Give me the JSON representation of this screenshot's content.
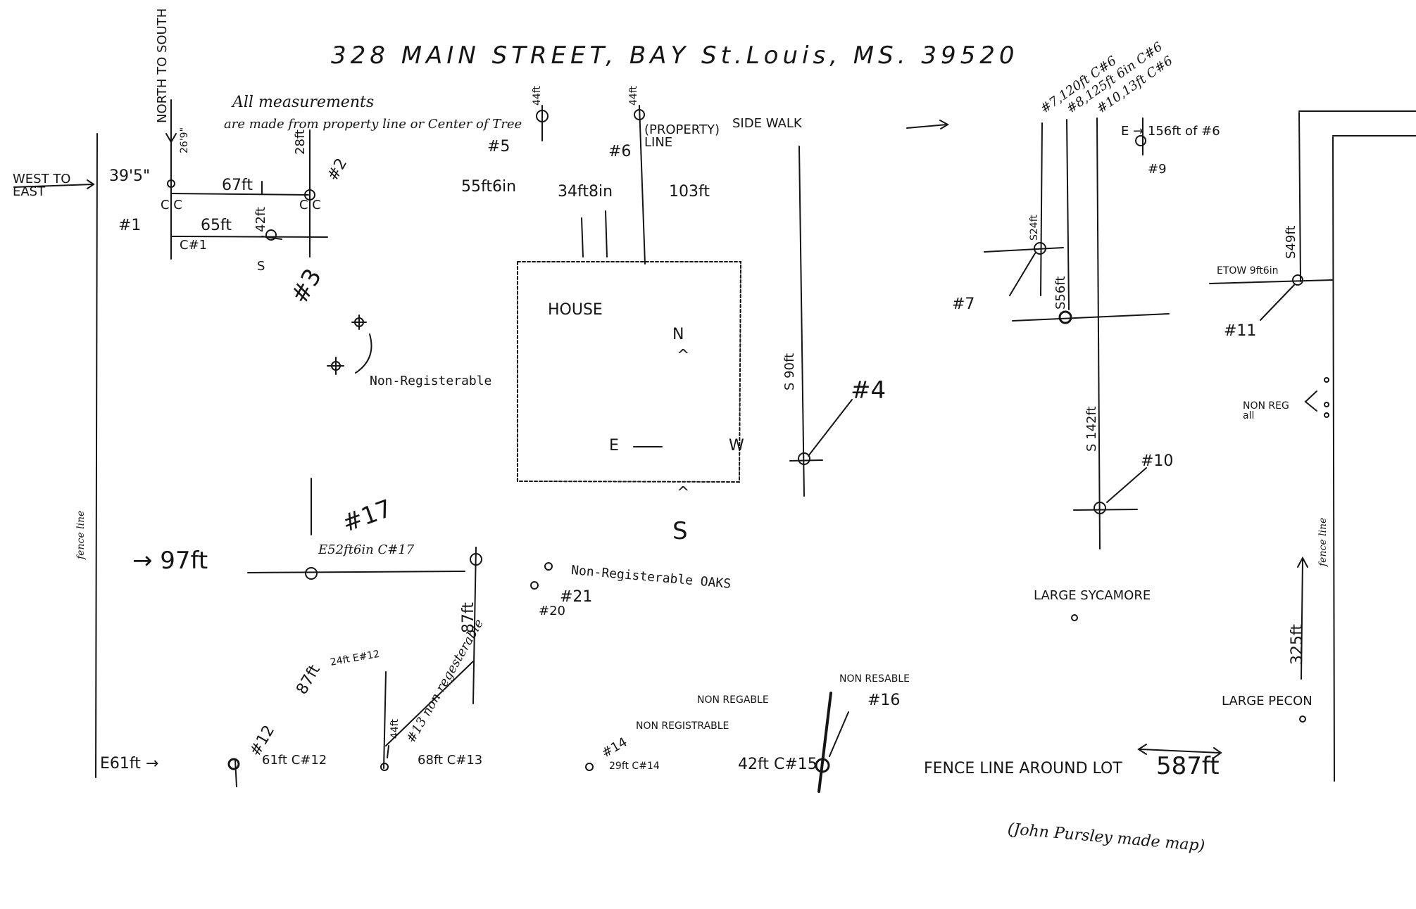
{
  "map": {
    "title": "328 MAIN STREET, BAY St.Louis, MS. 39520",
    "note_line1": "All measurements",
    "note_line2": "are made from property line or Center of Tree",
    "north_to_south": "NORTH TO SOUTH",
    "west_to_east": "WEST TO EAST",
    "side_walk": "SIDE WALK",
    "property_line": "(PROPERTY) LINE",
    "house": "HOUSE",
    "compass": {
      "n": "N",
      "s": "S",
      "e": "E",
      "w": "W"
    },
    "non_registerable": "Non-Registerable",
    "non_registerable_oaks": "Non-Registerable OAKS",
    "non_reg_all": "NON REG all",
    "large_sycamore": "LARGE SYCAMORE",
    "large_pecan": "LARGE PECON",
    "fence_line_around_lot": "FENCE LINE AROUND LOT",
    "fence_line_left": "fence line",
    "fence_line_right": "fence line",
    "signature": "(John Pursley made map)",
    "measurements": {
      "m39_5": "39'5\"",
      "m26_9": "26'9\"",
      "m67": "67ft",
      "m28": "28ft",
      "m65": "65ft",
      "m42": "42ft",
      "cc1": "C C",
      "cc2": "C C",
      "c1": "C#1",
      "s3": "S",
      "m55_6": "55ft6in",
      "m34_8": "34ft8in",
      "m103": "103ft",
      "m44a": "44ft",
      "m44b": "44ft",
      "s90": "S 90ft",
      "s24": "S24ft",
      "s56": "S56ft",
      "s142": "S 142ft",
      "s49": "S49ft",
      "e156": "E → 156ft of #6",
      "etow": "ETOW 9ft6in",
      "t7": "#7,120ft C#6",
      "t8": "#8,125ft 6in C#6",
      "t10": "#10,13ft C#6",
      "m97": "→ 97ft",
      "e52": "E52ft6in C#17",
      "m87a": "87ft",
      "m87b": "87ft",
      "m24": "24ft E#12",
      "m44c": "44ft",
      "e61": "E61ft →",
      "c12": "61ft C#12",
      "c13": "68ft C#13",
      "c14": "29ft C#14",
      "c15": "42ft C#15",
      "m587": "587ft",
      "m325": "325ft",
      "non_reg_13": "#13 non regesterable",
      "non_reg_14": "NON REGISTRABLE",
      "non_regable": "NON REGABLE",
      "non_resable_16": "NON RESABLE"
    },
    "trees": {
      "t1": "#1",
      "t2": "#2",
      "t3": "#3",
      "t4": "#4",
      "t5": "#5",
      "t6": "#6",
      "t7": "#7",
      "t9": "#9",
      "t10": "#10",
      "t11": "#11",
      "t12": "#12",
      "t14": "#14",
      "t16": "#16",
      "t17": "#17",
      "t20": "#20",
      "t21": "#21"
    }
  }
}
